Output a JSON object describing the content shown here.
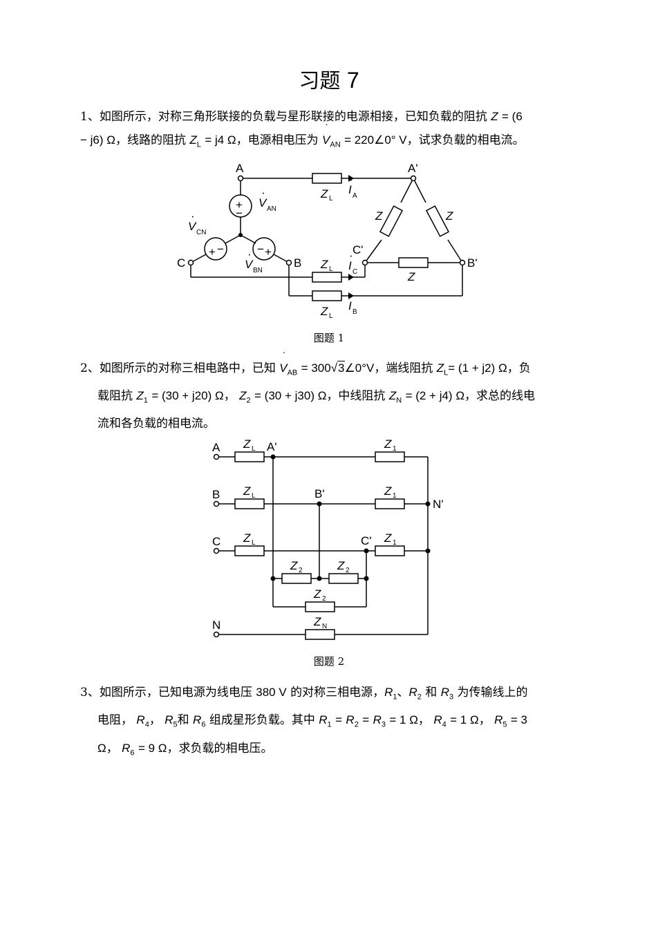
{
  "title": {
    "text": "习题",
    "number": "7"
  },
  "problem1": {
    "prefix": "1、如图所示，对称三角形联接的负载与星形联接的电源相接，已知负载的阻抗",
    "z_sym": "Z",
    "z_val": "= (6",
    "line2_start": "− j6) Ω",
    "mid": "，线路的阻抗",
    "zl_sym": "Z",
    "zl_sub": "L",
    "zl_val": "= j4 Ω",
    "mid2": "，电源相电压为",
    "v_sym": "V",
    "v_sub": "AN",
    "v_val": "= 220∠0° V",
    "suffix": "，试求负载的相电流。"
  },
  "figure1": {
    "caption": "图题 1",
    "labels": {
      "A": "A",
      "B": "B",
      "C": "C",
      "Ap": "A'",
      "Bp": "B'",
      "Cp": "C'",
      "Z": "Z",
      "ZL": "Z",
      "L": "L",
      "V": "V",
      "AN": "AN",
      "BN": "BN",
      "CN": "CN",
      "I": "I",
      "Ia": "A",
      "Ib": "B",
      "Ic": "C",
      "plus": "+",
      "minus": "−"
    }
  },
  "problem2": {
    "l1a": "2、如图所示的对称三相电路中，已知",
    "v_sym": "V",
    "v_sub": "AB",
    "v_eq": "= 300",
    "sqrt_val": "3",
    "v_ang": "∠0°V",
    "l1b": "，端线阻抗",
    "zl_sym": "Z",
    "zl_sub": "L",
    "zl_val": "= (1 + j2) Ω",
    "l1c": "，负",
    "l2a": "载阻抗",
    "z1_sym": "Z",
    "z1_sub": "1",
    "z1_val": "= (30 + j20) Ω",
    "sep": "，",
    "z2_sym": "Z",
    "z2_sub": "2",
    "z2_val": "= (30 + j30) Ω",
    "l2b": "，中线阻抗",
    "zn_sym": "Z",
    "zn_sub": "N",
    "zn_val": "= (2 + j4) Ω",
    "l2c": "，求总的线电",
    "l3": "流和各负载的相电流。"
  },
  "figure2": {
    "caption": "图题 2",
    "labels": {
      "A": "A",
      "B": "B",
      "C": "C",
      "N": "N",
      "Ap": "A'",
      "Bp": "B'",
      "Cp": "C'",
      "Np": "N'",
      "Z": "Z",
      "L": "L",
      "one": "1",
      "two": "2",
      "Nsub": "N"
    }
  },
  "problem3": {
    "l1a": "3、如图所示，已知电源为线电压",
    "v380": "380 V",
    "l1b": "的对称三相电源，",
    "r_sym": "R",
    "r1": "1",
    "cm": "、",
    "r2": "2",
    "and": "和",
    "r3": "3",
    "l1c": "为传输线上的",
    "l2a": "电阻，",
    "r4": "4",
    "comma": "，",
    "r5": "5",
    "r6": "6",
    "l2b": "组成星形负载。其中",
    "eq1": "=",
    "eq2": "=",
    "eq3": "= 1 Ω",
    "r4v": "= 1 Ω",
    "r5v": "= 3",
    "l3a": "Ω，",
    "r6v": "= 9 Ω",
    "l3b": "，求负载的相电压。"
  }
}
